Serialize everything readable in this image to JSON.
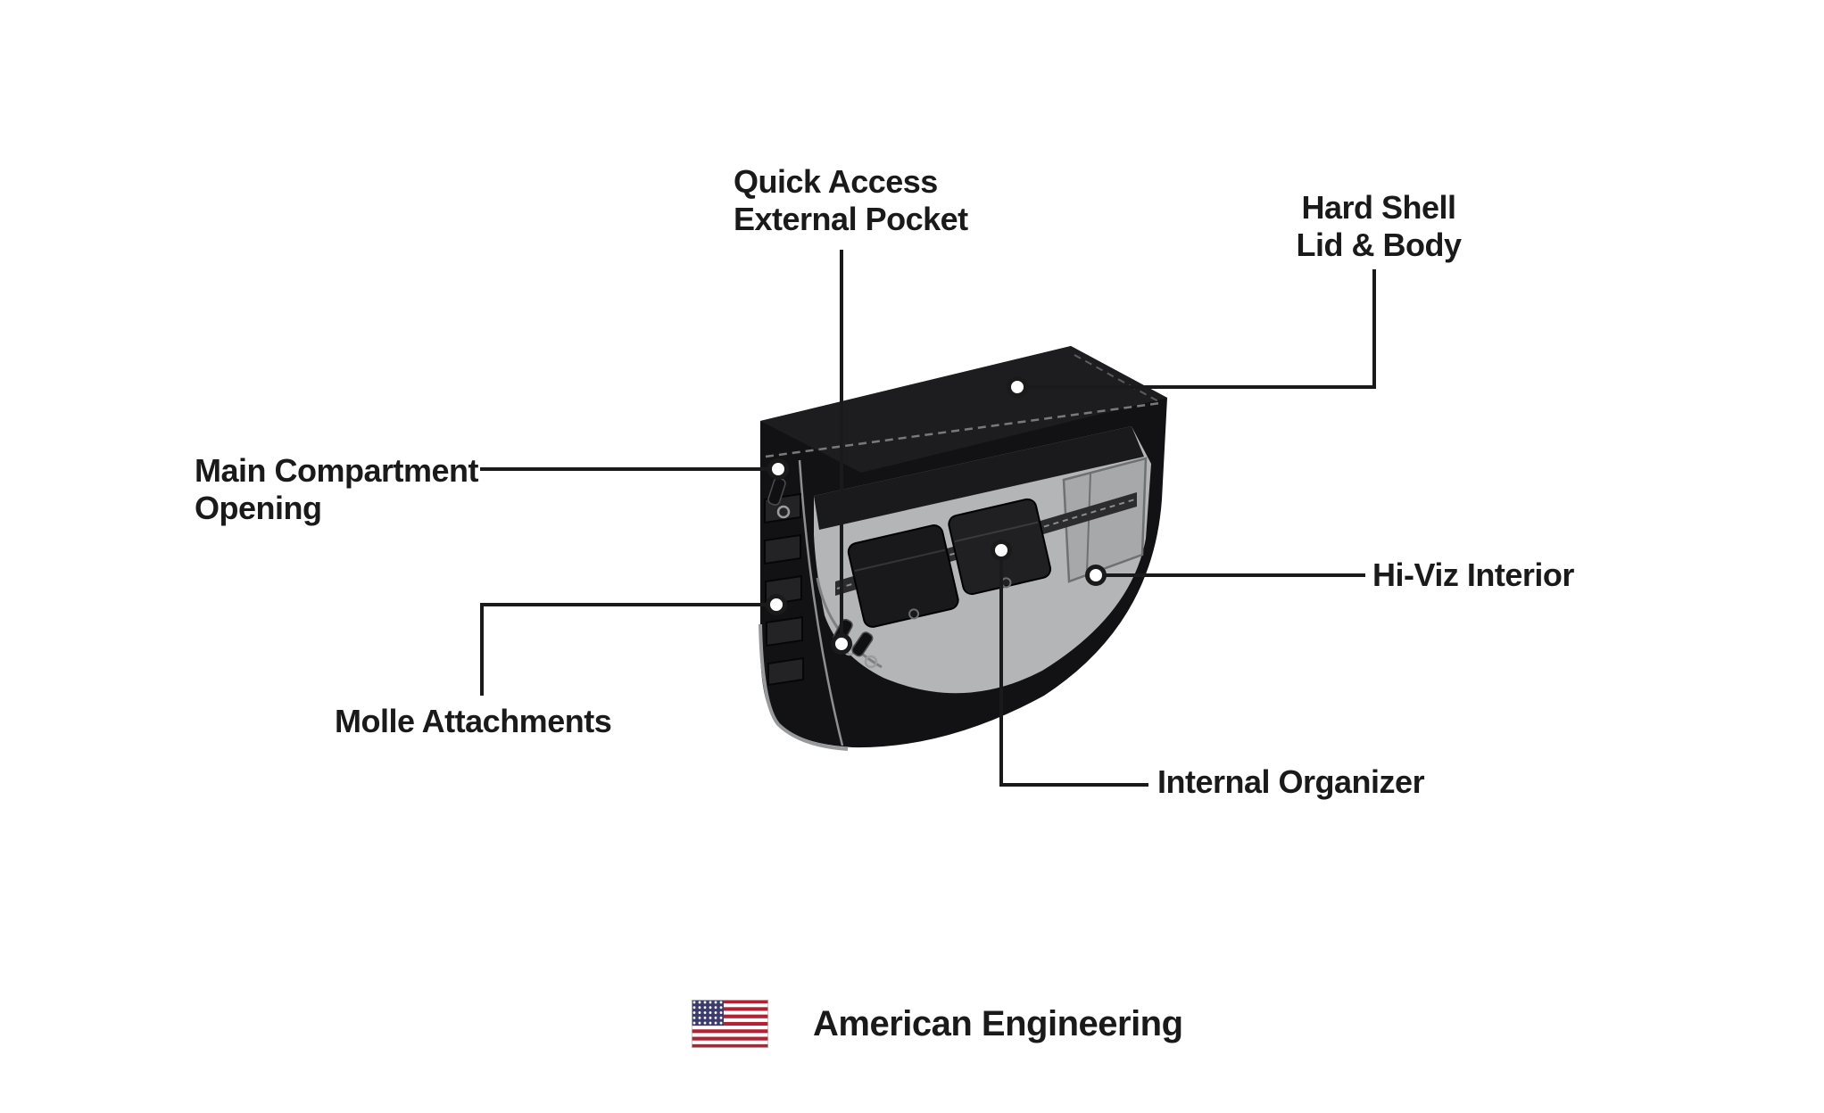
{
  "diagram": {
    "product": "hard-saddlebag-feature-diagram",
    "callouts": {
      "quick_access": {
        "line1": "Quick Access",
        "line2": "External Pocket"
      },
      "hard_shell": {
        "line1": "Hard Shell",
        "line2": "Lid & Body"
      },
      "main_compartment": {
        "line1": "Main Compartment",
        "line2": "Opening"
      },
      "hi_viz": {
        "label": "Hi-Viz Interior"
      },
      "molle": {
        "label": "Molle Attachments"
      },
      "internal_organizer": {
        "label": "Internal Organizer"
      }
    },
    "footer": {
      "label": "American Engineering"
    },
    "colors": {
      "text": "#1a1a1a",
      "callout_line": "#1a1a1a",
      "shell_black": "#121214",
      "interior_gray": "#b3b5b7",
      "flag_red": "#B22234",
      "flag_blue": "#3C3B6E"
    }
  }
}
